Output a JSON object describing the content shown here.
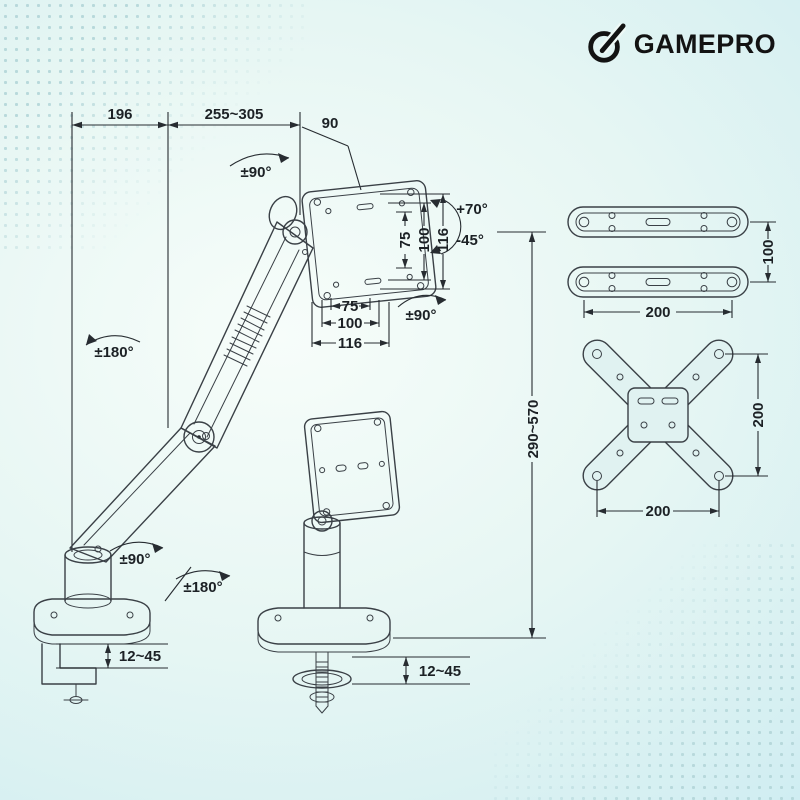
{
  "brand": {
    "name": "GAMEPRO"
  },
  "colors": {
    "ink": "#2b3036",
    "background_start": "#f7fdfa",
    "background_end": "#c3e8f0",
    "dots": "#b4d6d9"
  },
  "dims": {
    "w196": "196",
    "w255_305": "255~305",
    "w90": "90",
    "rot_top": "±90°",
    "tilt_up": "+70°",
    "tilt_down": "-45°",
    "vesa_v_75": "75",
    "vesa_v_100": "100",
    "vesa_v_116": "116",
    "vesa_h_75": "75",
    "vesa_h_100": "100",
    "vesa_h_116": "116",
    "rot_head": "±90°",
    "rot_arm": "±180°",
    "rot_base_90": "±90°",
    "rot_base_180": "±180°",
    "clamp_left": "12~45",
    "clamp_right": "12~45",
    "height_range": "290~570",
    "adapter_small_height": "100",
    "adapter_small_width": "200",
    "adapter_large_height": "200",
    "adapter_large_width": "200"
  }
}
